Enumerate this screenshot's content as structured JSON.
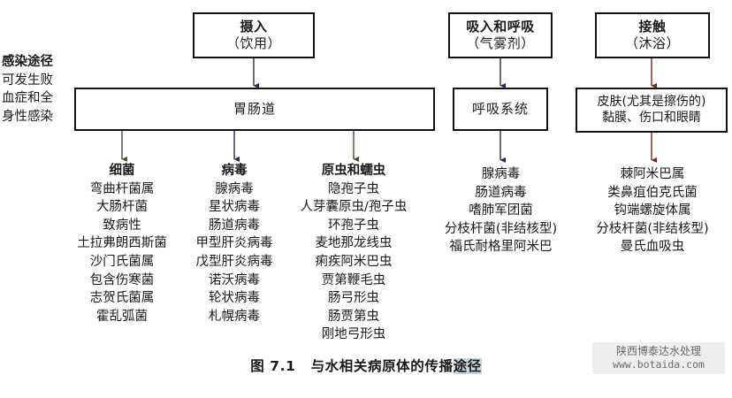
{
  "figure": {
    "caption_number": "图 7.1",
    "caption_text_plain": "与水相关病原体的传播",
    "caption_text_highlight": "途径"
  },
  "left_label": {
    "heading": "感染途径",
    "body_lines": [
      "可发生败",
      "血症和全",
      "身性感染"
    ]
  },
  "routes": [
    {
      "id": "ingestion",
      "title": "摄入",
      "subtitle": "（饮用）"
    },
    {
      "id": "inhalation",
      "title": "吸入和呼吸",
      "subtitle": "（气雾剂）"
    },
    {
      "id": "contact",
      "title": "接触",
      "subtitle": "（沐浴）"
    }
  ],
  "targets": [
    {
      "id": "gi-tract",
      "lines": [
        "胃肠道"
      ]
    },
    {
      "id": "respiratory-system",
      "lines": [
        "呼吸系统"
      ]
    },
    {
      "id": "skin-mucosa",
      "lines": [
        "皮肤(尤其是擦伤的)",
        "黏膜、伤口和眼睛"
      ]
    }
  ],
  "columns": [
    {
      "id": "bacteria",
      "header": "细菌",
      "items": [
        "弯曲杆菌属",
        "大肠杆菌",
        "致病性",
        "土拉弗朗西斯菌",
        "沙门氏菌属",
        "包含伤寒菌",
        "志贺氏菌属",
        "霍乱弧菌"
      ]
    },
    {
      "id": "viruses",
      "header": "病毒",
      "items": [
        "腺病毒",
        "星状病毒",
        "肠道病毒",
        "甲型肝炎病毒",
        "戊型肝炎病毒",
        "诺沃病毒",
        "轮状病毒",
        "札幌病毒"
      ]
    },
    {
      "id": "protozoa-helminths",
      "header": "原虫和蠕虫",
      "items": [
        "隐孢子虫",
        "人芽囊原虫/孢子虫",
        "环孢子虫",
        "麦地那龙线虫",
        "痢疾阿米巴虫",
        "贾第鞭毛虫",
        "肠弓形虫",
        "肠贾第虫",
        "刚地弓形虫"
      ]
    },
    {
      "id": "respiratory-pathogens",
      "header": "",
      "items": [
        "腺病毒",
        "肠道病毒",
        "嗜肺军团菌",
        "分枝杆菌(非结核型)",
        "福氏耐格里阿米巴"
      ]
    },
    {
      "id": "contact-pathogens",
      "header": "",
      "items": [
        "棘阿米巴属",
        "类鼻疽伯克氏菌",
        "钩端螺旋体属",
        "分枝杆菌(非结核型)",
        "曼氏血吸虫"
      ]
    }
  ],
  "watermark": {
    "line1": "陕西博泰达水处理",
    "line2": "www.botaida.com"
  },
  "colors": {
    "box_border": "#111111",
    "arrow_dark": "#2b2b4a",
    "arrow_red": "#6b2a22",
    "highlight": "#c9d6de",
    "background": "#ffffff"
  }
}
